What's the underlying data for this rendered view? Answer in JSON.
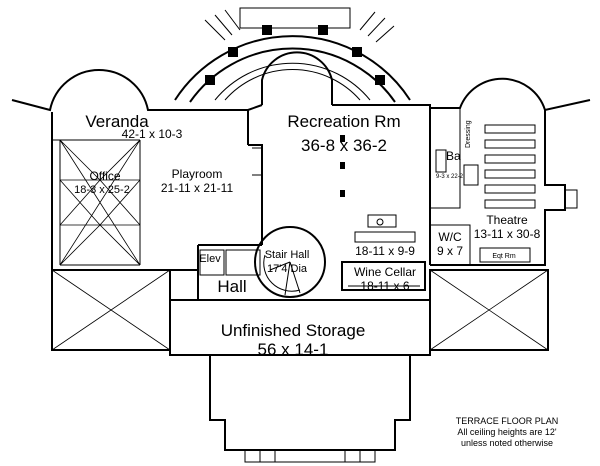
{
  "rooms": {
    "veranda": {
      "name": "Veranda",
      "size": "42-1 x 10-3"
    },
    "office": {
      "name": "Office",
      "size": "18-3 x 25-2"
    },
    "playroom": {
      "name": "Playroom",
      "size": "21-11 x 21-11"
    },
    "recreation": {
      "name": "Recreation Rm",
      "size": "36-8 x 36-2"
    },
    "bath": {
      "name": "Ba",
      "size": "9-3 x 22-2"
    },
    "dressing": {
      "name": "Dressing"
    },
    "theatre": {
      "name": "Theatre",
      "size": "13-11 x 30-8"
    },
    "eqt_rm": {
      "name": "Eqt Rm"
    },
    "wic": {
      "name": "W/C",
      "size": "9 x 7"
    },
    "bar": {
      "size": "18-11 x 9-9"
    },
    "wine_cellar": {
      "name": "Wine Cellar",
      "size": "18-11 x 6"
    },
    "stair_hall": {
      "name": "Stair Hall",
      "size": "17'4 Dia"
    },
    "elev": {
      "name": "Elev"
    },
    "hall": {
      "name": "Hall"
    },
    "storage": {
      "name": "Unfinished Storage",
      "size": "56 x 14-1"
    }
  },
  "notes": {
    "title": "TERRACE FLOOR PLAN",
    "line1": "All ceiling heights are 12'",
    "line2": "unless noted otherwise"
  }
}
